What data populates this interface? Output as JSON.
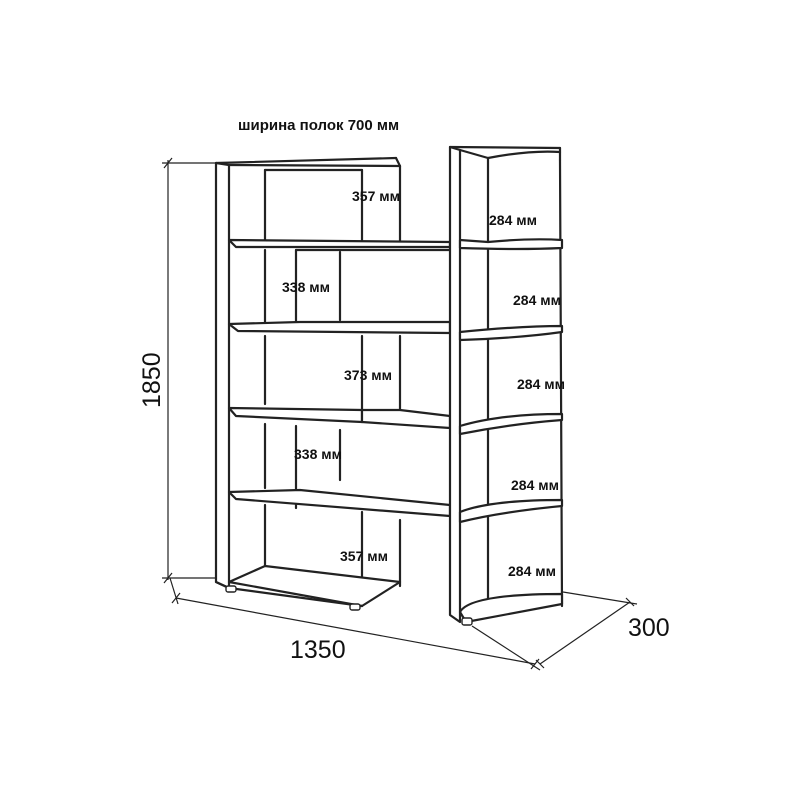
{
  "title": "ширина полок 700 мм",
  "dimensions": {
    "height": "1850",
    "width": "1350",
    "depth": "300"
  },
  "main_unit_labels": [
    "357 мм",
    "338 мм",
    "373 мм",
    "338 мм",
    "357 мм"
  ],
  "corner_unit_labels": [
    "284 мм",
    "284 мм",
    "284 мм",
    "284 мм",
    "284 мм"
  ]
}
